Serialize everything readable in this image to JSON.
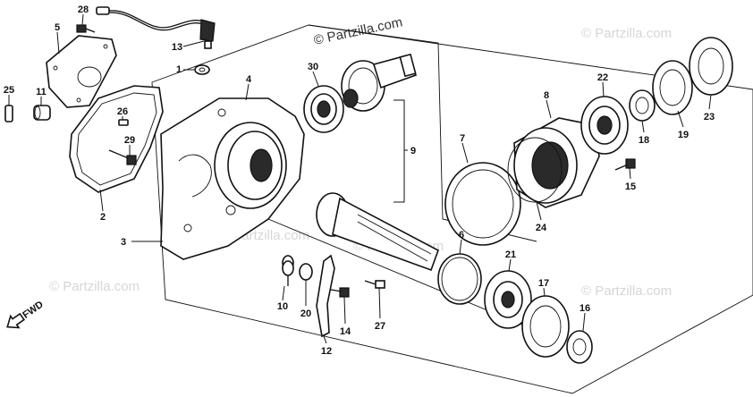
{
  "watermarks": {
    "main": "© Partzilla.com",
    "faint": "© Partzilla.com"
  },
  "direction_label": "FWD",
  "callouts": [
    "28",
    "5",
    "13",
    "1",
    "25",
    "11",
    "26",
    "29",
    "2",
    "4",
    "3",
    "30",
    "9",
    "22",
    "8",
    "18",
    "19",
    "23",
    "7",
    "15",
    "24",
    "6",
    "21",
    "17",
    "16",
    "10",
    "20",
    "12",
    "14",
    "27"
  ]
}
